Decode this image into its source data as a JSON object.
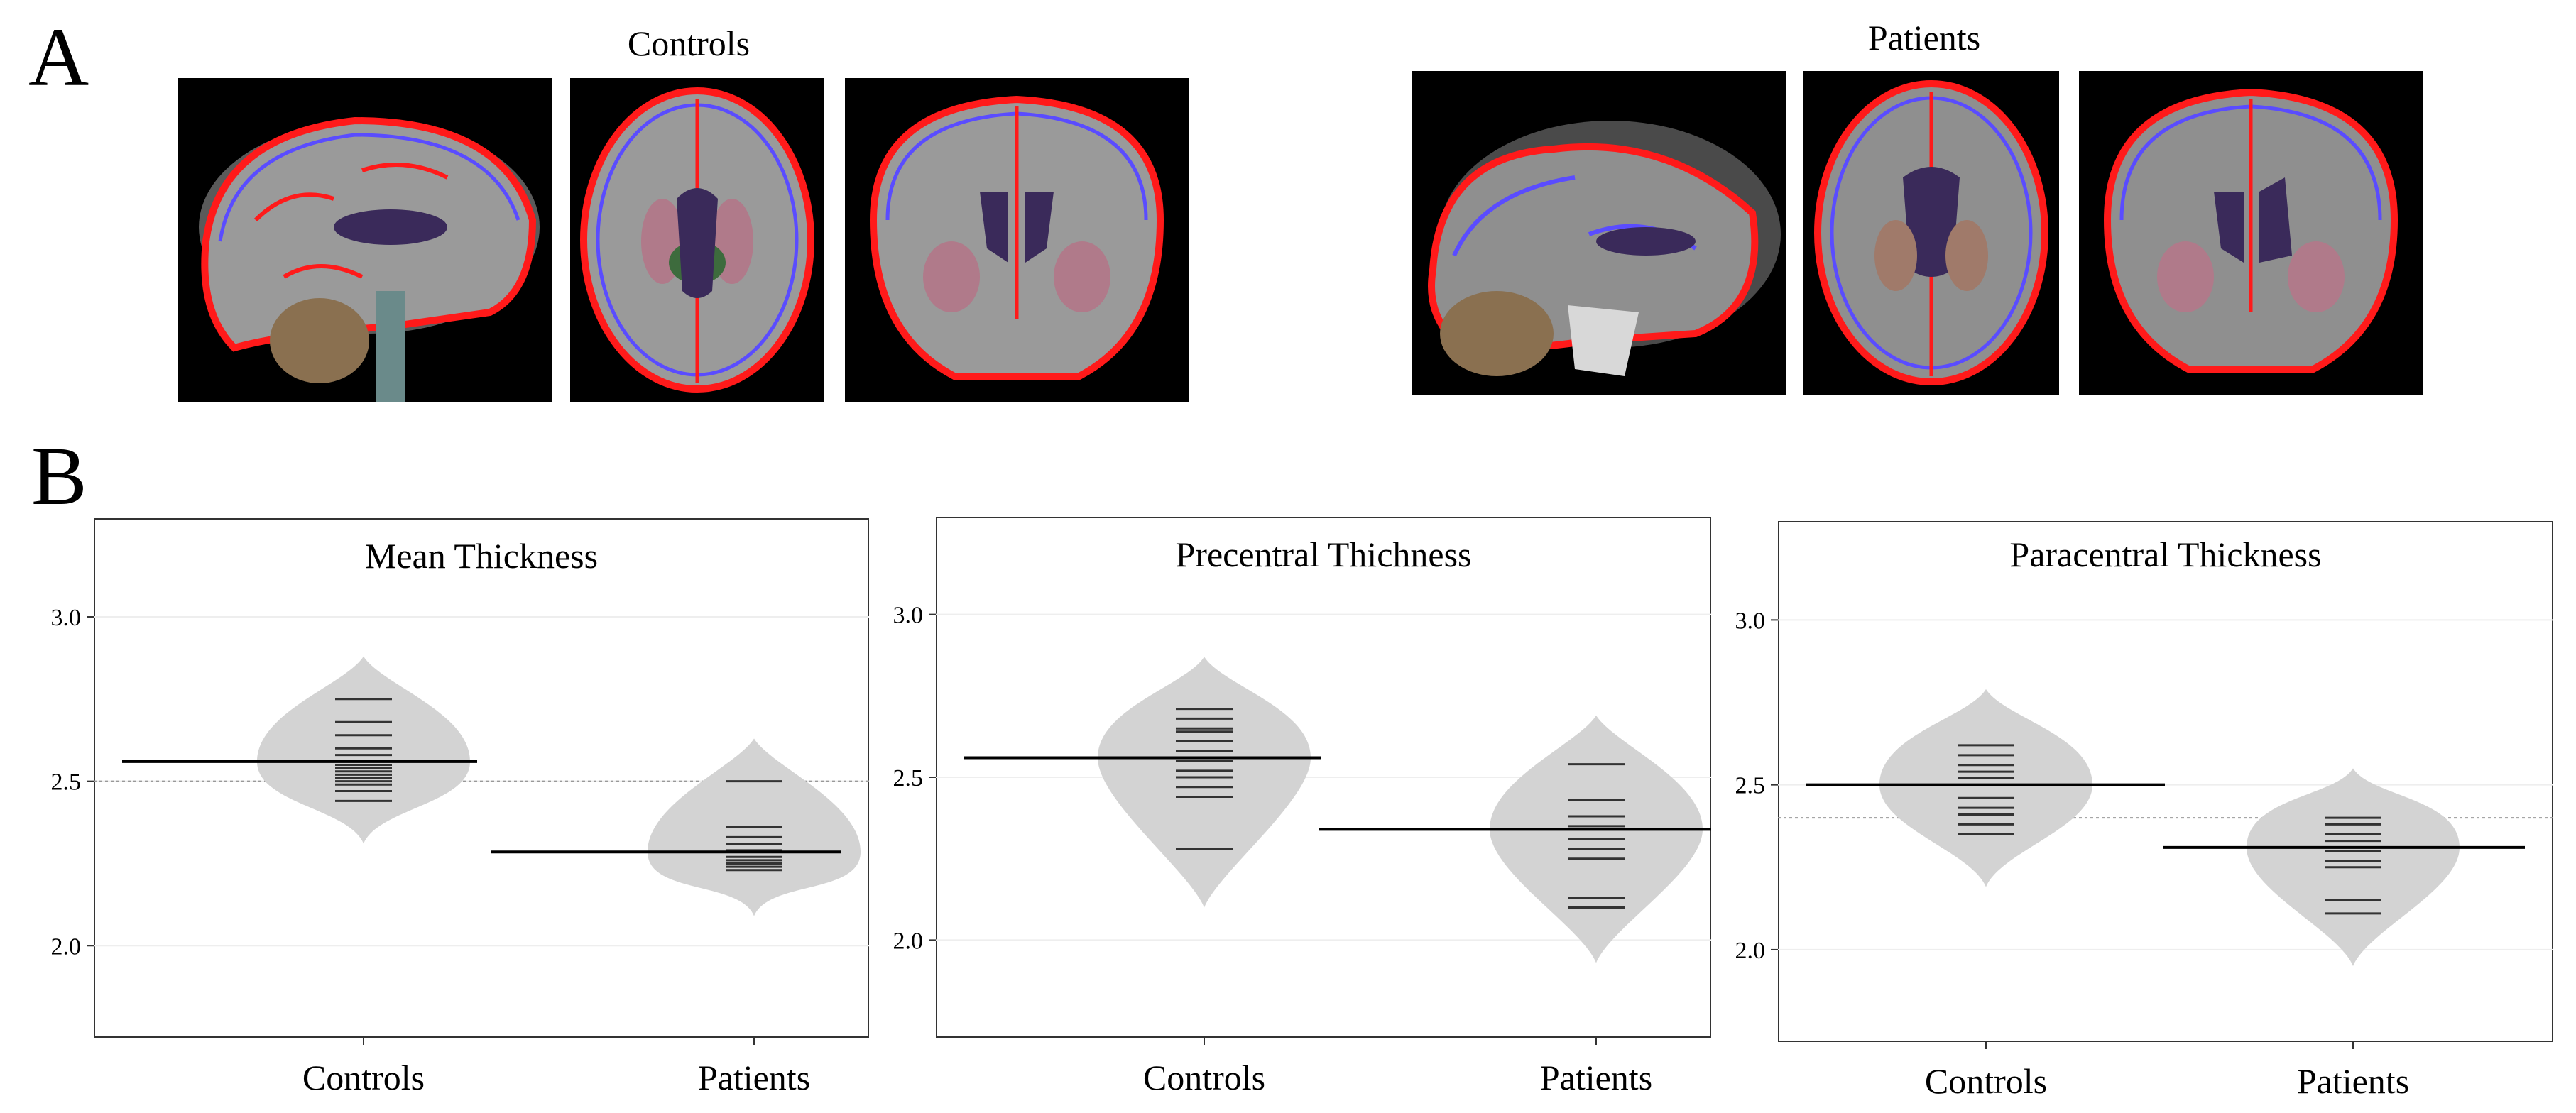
{
  "panel_a": {
    "letter": "A",
    "controls_title": "Controls",
    "patients_title": "Patients",
    "views": [
      "sagittal",
      "axial",
      "coronal"
    ]
  },
  "panel_b": {
    "letter": "B"
  },
  "colors": {
    "violin": "#d3d3d3",
    "mean_line": "#000000",
    "point_line": "#333333",
    "pial": "#ff1a1a",
    "white_matter": "#5a4cff",
    "background": "#000000"
  },
  "chart_data": [
    {
      "type": "violin",
      "title": "Mean Thickness",
      "categories": [
        "Controls",
        "Patients"
      ],
      "yticks": [
        "2.0",
        "2.5",
        "3.0"
      ],
      "ylim": [
        1.72,
        3.3
      ],
      "reference_line": 2.5,
      "series": [
        {
          "category": "Controls",
          "mean": 2.56,
          "range": [
            2.31,
            2.88
          ],
          "points": [
            2.44,
            2.47,
            2.49,
            2.5,
            2.51,
            2.52,
            2.53,
            2.54,
            2.55,
            2.56,
            2.58,
            2.6,
            2.64,
            2.68,
            2.75
          ]
        },
        {
          "category": "Patients",
          "mean": 2.285,
          "range": [
            2.09,
            2.63
          ],
          "points": [
            2.23,
            2.24,
            2.25,
            2.26,
            2.27,
            2.29,
            2.31,
            2.33,
            2.36,
            2.5
          ]
        }
      ]
    },
    {
      "type": "violin",
      "title": "Precentral Thichness",
      "categories": [
        "Controls",
        "Patients"
      ],
      "yticks": [
        "2.0",
        "2.5",
        "3.0"
      ],
      "ylim": [
        1.7,
        3.3
      ],
      "reference_line": null,
      "series": [
        {
          "category": "Controls",
          "mean": 2.56,
          "range": [
            2.1,
            2.87
          ],
          "points": [
            2.28,
            2.44,
            2.47,
            2.5,
            2.52,
            2.55,
            2.58,
            2.61,
            2.64,
            2.65,
            2.68,
            2.71
          ]
        },
        {
          "category": "Patients",
          "mean": 2.34,
          "range": [
            1.93,
            2.69
          ],
          "points": [
            2.1,
            2.13,
            2.25,
            2.28,
            2.31,
            2.34,
            2.35,
            2.38,
            2.43,
            2.54
          ]
        }
      ]
    },
    {
      "type": "violin",
      "title": "Paracentral Thickness",
      "categories": [
        "Controls",
        "Patients"
      ],
      "yticks": [
        "2.0",
        "2.5",
        "3.0"
      ],
      "ylim": [
        1.72,
        3.3
      ],
      "reference_line": 2.4,
      "series": [
        {
          "category": "Controls",
          "mean": 2.5,
          "range": [
            2.19,
            2.79
          ],
          "points": [
            2.35,
            2.38,
            2.41,
            2.43,
            2.46,
            2.5,
            2.52,
            2.54,
            2.56,
            2.59,
            2.62
          ]
        },
        {
          "category": "Patients",
          "mean": 2.31,
          "range": [
            1.95,
            2.55
          ],
          "points": [
            2.11,
            2.15,
            2.25,
            2.27,
            2.3,
            2.33,
            2.35,
            2.38,
            2.4
          ]
        }
      ]
    }
  ]
}
